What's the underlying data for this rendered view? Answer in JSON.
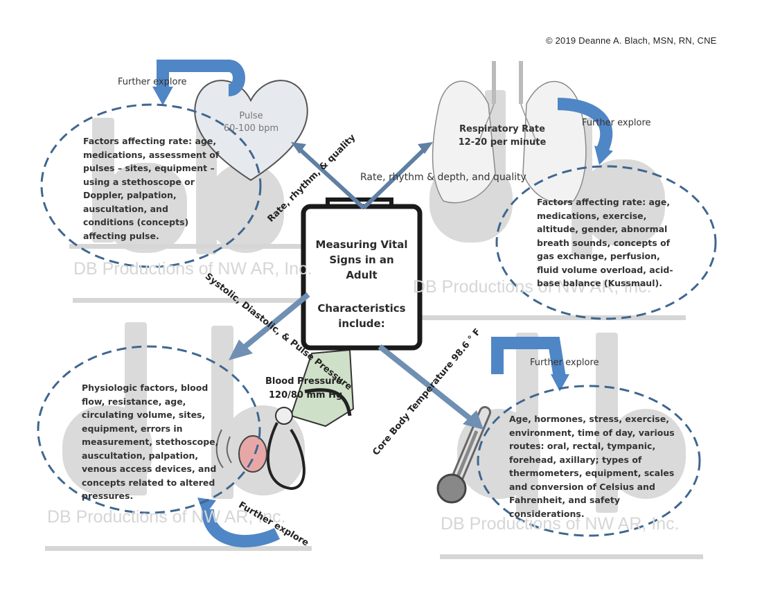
{
  "copyright": "© 2019 Deanne A. Blach, MSN, RN, CNE",
  "watermark": "DB Productions of NW AR, Inc.",
  "center": {
    "title": "Measuring Vital Signs in an Adult",
    "subtitle": "Characteristics include:"
  },
  "pulse": {
    "title": "Pulse",
    "range": "60-100 bpm",
    "further": "Further explore",
    "connector": "Rate, rhythm, & quality",
    "factors": "Factors affecting rate: age, medications, assessment of pulses – sites, equipment – using a stethoscope or Doppler, palpation, auscultation, and conditions (concepts) affecting pulse."
  },
  "respiratory": {
    "title": "Respiratory Rate",
    "range": "12-20 per minute",
    "further": "Further explore",
    "connector": "Rate, rhythm & depth, and quality",
    "factors": "Factors affecting rate: age, medications, exercise, altitude, gender, abnormal breath sounds, concepts of gas exchange, perfusion, fluid volume overload, acid-base balance (Kussmaul)."
  },
  "blood_pressure": {
    "title": "Blood Pressure",
    "range": "120/80 mm Hg",
    "further": "Further explore",
    "connector": "Systolic, Diastolic, & Pulse Pressure",
    "factors": "Physiologic factors, blood flow, resistance, age, circulating volume, sites, equipment, errors in measurement, stethoscope, auscultation, palpation, venous access devices, and concepts related to altered pressures."
  },
  "temperature": {
    "further": "Further explore",
    "connector": "Core Body Temperature 98.6 ° F",
    "factors": "Age, hormones, stress, exercise, environment, time of day, various routes: oral, rectal, tympanic, forehead, axillary; types of thermometers, equipment, scales and conversion of Celsius and Fahrenheit, and safety considerations."
  }
}
